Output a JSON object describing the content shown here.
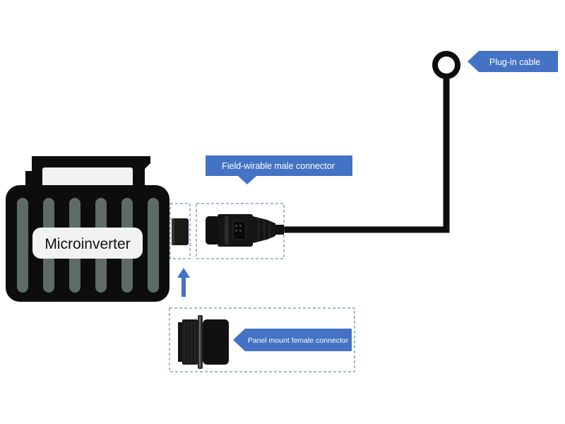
{
  "labels": {
    "microinverter": "Microinverter",
    "plug_in_cable": "Plug-in cable",
    "field_wirable_male_connector": "Field-wirable male connector",
    "panel_mount_female_connector": "Panel mount female connector"
  },
  "colors": {
    "callout_fill": "#4472C4",
    "arrow_fill": "#4472C4",
    "dash_border": "#6F8FBF",
    "body_black": "#0D0D0D",
    "slot_gray": "#5E6B67",
    "label_box": "#F2F2F2"
  }
}
